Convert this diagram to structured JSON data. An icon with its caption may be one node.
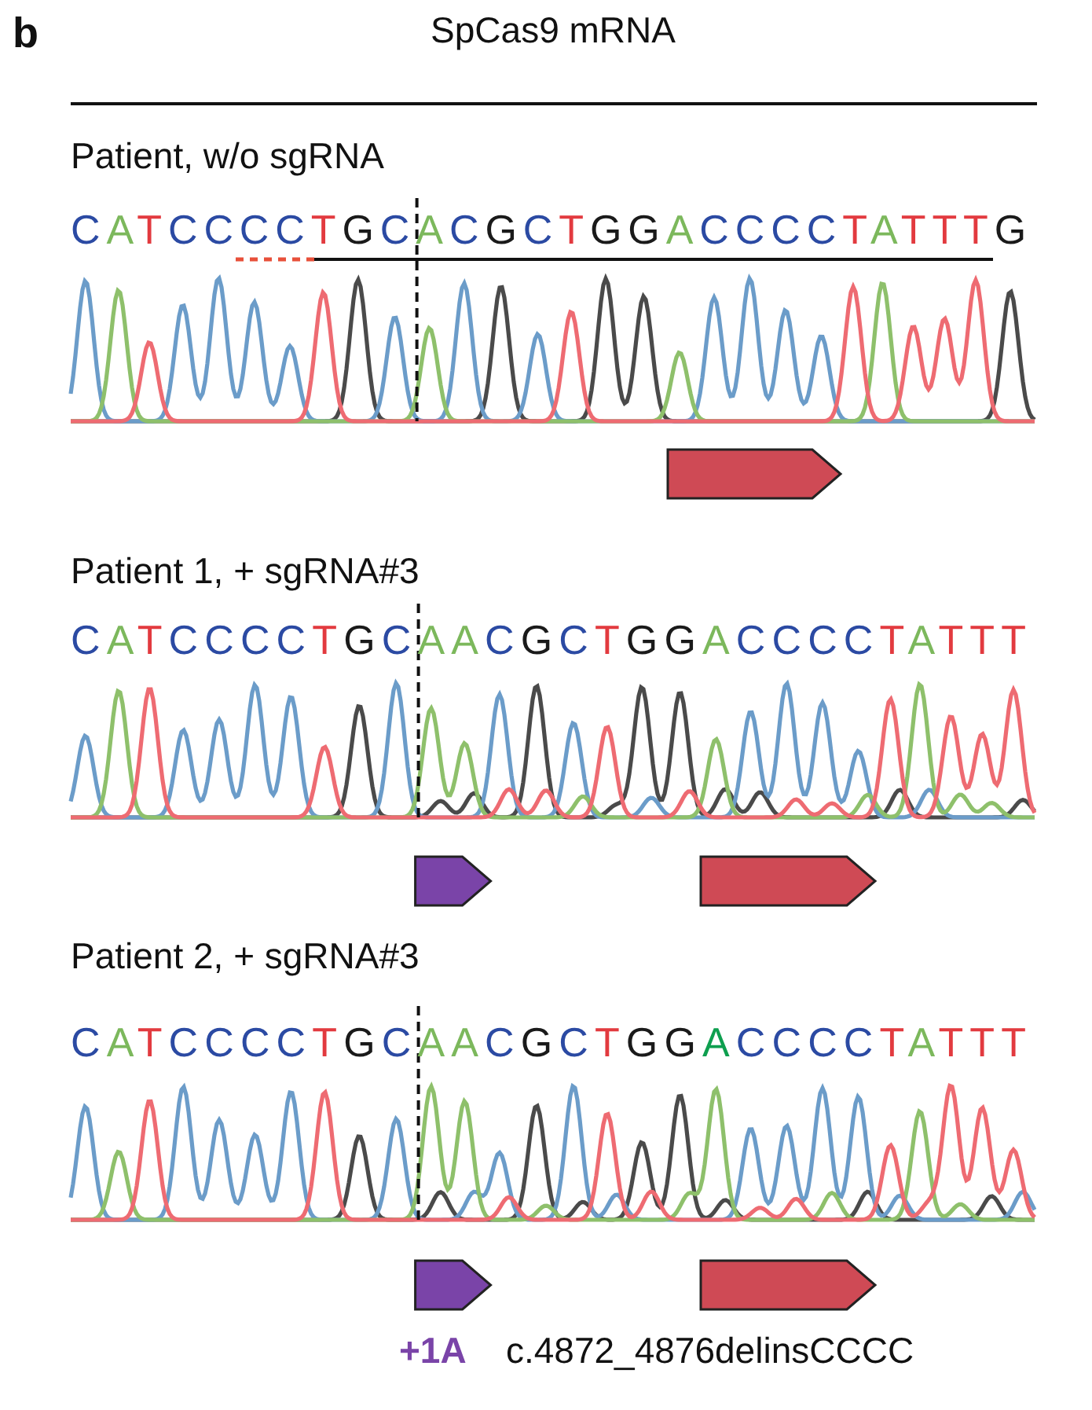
{
  "diagram": {
    "title": "SpCas9 mRNA",
    "nodes": [
      {
        "text": [],
        "shape": "arrow"
      },
      {
        "text": [],
        "shape": "arrow"
      },
      {
        "text": [],
        "shape": "arrow"
      },
      {
        "text": [],
        "shape": "arrow"
      },
      {
        "text": [],
        "shape": "arrow"
      }
    ],
    "labels": [
      "b",
      "Patient, w/o sgRNA",
      "CATCCCCTGCACGCTGGACCCCTATTTG",
      "Patient 1, + sgRNA#3",
      "CATCCCCTGCAACGCTGGACCCCTATTT",
      "Patient 2, + sgRNA#3",
      "CATCCCCTGCAACGCTGGACCCCTATTT",
      "+1A",
      "c.4872_4876delinsCCCC"
    ]
  }
}
